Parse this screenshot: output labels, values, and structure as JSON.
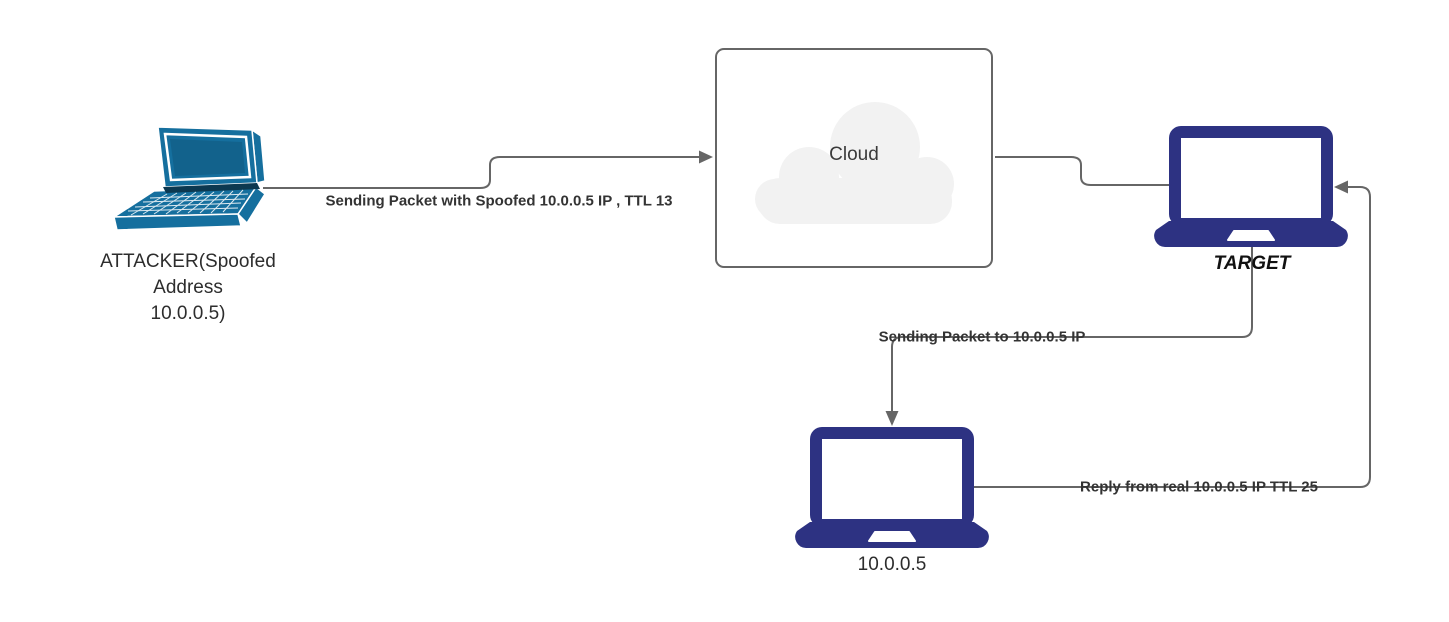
{
  "diagram": {
    "background_color": "#ffffff",
    "connector_color": "#666666",
    "nodes": {
      "attacker": {
        "icon": "laptop-3d-icon",
        "color": "#156f9e",
        "label_line1": "ATTACKER(Spoofed",
        "label_line2": "Address",
        "label_line3": "10.0.0.5)"
      },
      "cloud": {
        "icon": "cloud-icon",
        "label": "Cloud",
        "fill_color": "#f2f2f2",
        "border_color": "#666666"
      },
      "target": {
        "icon": "laptop-icon",
        "color": "#2d3282",
        "label": "TARGET"
      },
      "real_host": {
        "icon": "laptop-icon",
        "color": "#2d3282",
        "label": "10.0.0.5"
      }
    },
    "edges": {
      "attacker_to_cloud": {
        "label": "Sending Packet with Spoofed 10.0.0.5 IP , TTL 13"
      },
      "cloud_to_target": {
        "label": ""
      },
      "target_to_real_host": {
        "label": "Sending Packet to 10.0.0.5 IP"
      },
      "real_host_to_target": {
        "label": "Reply from real 10.0.0.5 IP TTL 25"
      }
    }
  }
}
